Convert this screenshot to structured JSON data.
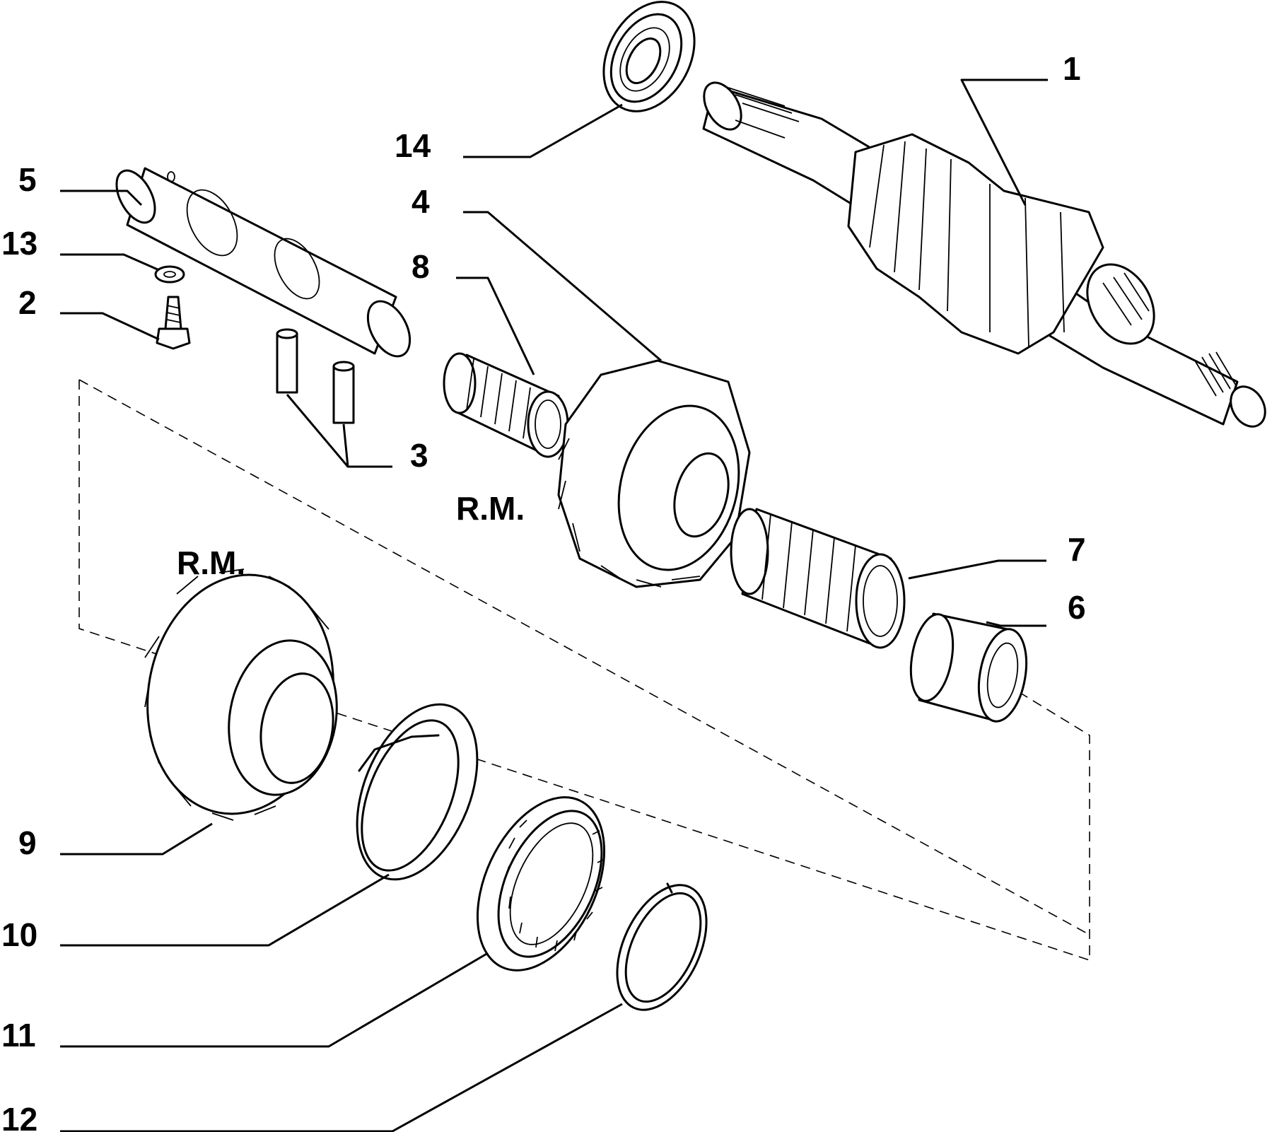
{
  "callouts": [
    "1",
    "2",
    "3",
    "4",
    "5",
    "6",
    "7",
    "8",
    "9",
    "10",
    "11",
    "12",
    "13",
    "14"
  ],
  "annotations": [
    "R.M.",
    "R.M."
  ]
}
